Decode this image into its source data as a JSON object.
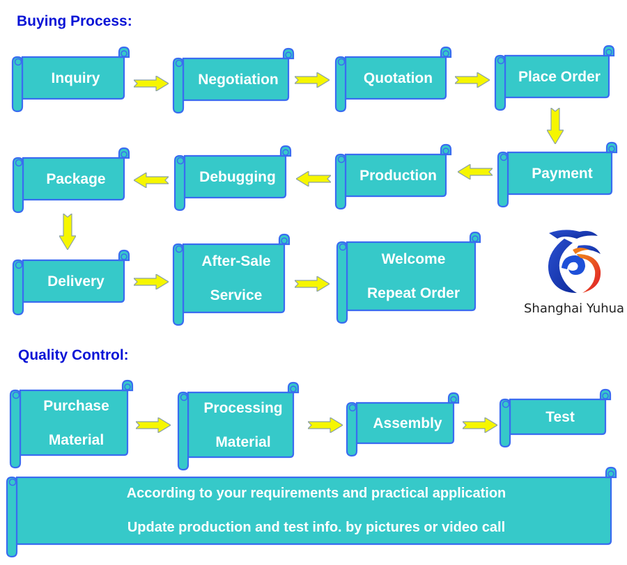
{
  "sections": {
    "buying_process_heading": "Buying Process:",
    "quality_control_heading": "Quality Control:"
  },
  "buying_steps": [
    {
      "id": "inquiry",
      "lines": [
        "Inquiry"
      ]
    },
    {
      "id": "negotiation",
      "lines": [
        "Negotiation"
      ]
    },
    {
      "id": "quotation",
      "lines": [
        "Quotation"
      ]
    },
    {
      "id": "place-order",
      "lines": [
        "Place Order"
      ]
    },
    {
      "id": "payment",
      "lines": [
        "Payment"
      ]
    },
    {
      "id": "production",
      "lines": [
        "Production"
      ]
    },
    {
      "id": "debugging",
      "lines": [
        "Debugging"
      ]
    },
    {
      "id": "package",
      "lines": [
        "Package"
      ]
    },
    {
      "id": "delivery",
      "lines": [
        "Delivery"
      ]
    },
    {
      "id": "after-sale-service",
      "lines": [
        "After-Sale",
        "Service"
      ]
    },
    {
      "id": "welcome-repeat-order",
      "lines": [
        "Welcome",
        "Repeat Order"
      ]
    }
  ],
  "quality_steps": [
    {
      "id": "purchase-material",
      "lines": [
        "Purchase",
        "Material"
      ]
    },
    {
      "id": "processing-material",
      "lines": [
        "Processing",
        "Material"
      ]
    },
    {
      "id": "assembly",
      "lines": [
        "Assembly"
      ]
    },
    {
      "id": "test",
      "lines": [
        "Test"
      ]
    }
  ],
  "banner": {
    "lines": [
      "According to your requirements and practical application",
      "Update production and test info. by pictures or video call"
    ]
  },
  "logo": {
    "company_name": "Shanghai Yuhua",
    "icon": "dragon-logo-icon"
  },
  "colors": {
    "heading": "#0a14d6",
    "scroll_fill": "#36c9c9",
    "scroll_stroke": "#3a6cf0",
    "arrow_fill": "#f6f600",
    "arrow_stroke": "#8aa0a8",
    "label": "#ffffff"
  }
}
